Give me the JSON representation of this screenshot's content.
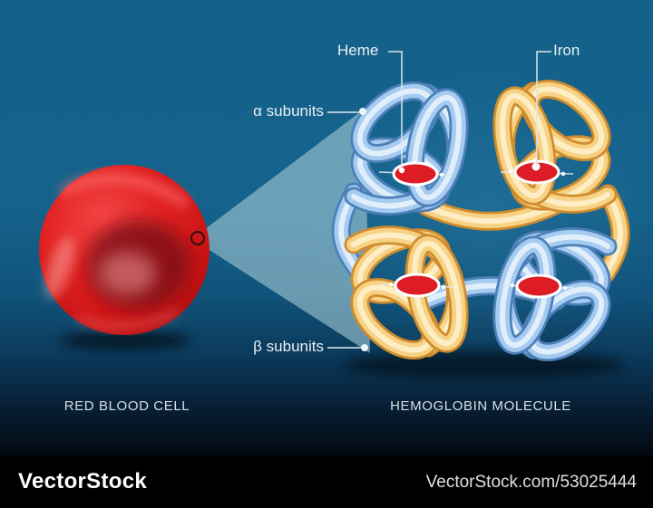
{
  "labels": {
    "heme": "Heme",
    "iron": "Iron",
    "alpha_subunits": "α subunits",
    "beta_subunits": "β subunits"
  },
  "captions": {
    "red_blood_cell": "RED BLOOD CELL",
    "hemoglobin_molecule": "HEMOGLOBIN MOLECULE"
  },
  "watermark": {
    "logo_text": "VectorStock",
    "url_text": "VectorStock.com/53025444"
  },
  "illustration": {
    "beam_shape": "magnification-beam",
    "subunit_colors": {
      "alpha": "blue",
      "beta": "yellow"
    },
    "heme_count": 4
  },
  "palette": {
    "bg-top": "#14618a",
    "bg-mid": "#15638c",
    "bg-black": "#000000",
    "beam": "#aacfd9",
    "tube-blue": "#a6cbf0",
    "tube-blue-dark": "#4d80b8",
    "tube-blue-light": "#e2effb",
    "tube-yellow": "#f8d284",
    "tube-yellow-dark": "#cf8c2e",
    "tube-yellow-light": "#fdeec6",
    "heme-red": "#dd1c25",
    "cell-red": "#e02222",
    "label-text": "#e9eff3",
    "caption-text": "#d9dfe2",
    "watermark-text": "#ffffff"
  }
}
